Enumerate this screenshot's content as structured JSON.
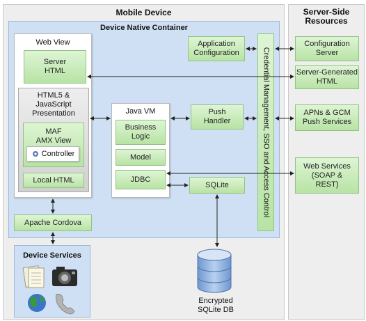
{
  "mobile_device": {
    "title": "Mobile Device"
  },
  "server_side": {
    "title": "Server-Side\nResources"
  },
  "native_container": {
    "title": "Device Native Container"
  },
  "web_view": {
    "title": "Web View",
    "server_html": "Server\nHTML",
    "html5_presentation": "HTML5 &\nJavaScript\nPresentation",
    "maf_amx_view": "MAF\nAMX View",
    "controller": "Controller",
    "local_html": "Local HTML"
  },
  "java_vm": {
    "title": "Java VM",
    "business_logic": "Business\nLogic",
    "model": "Model",
    "jdbc": "JDBC"
  },
  "application_configuration": "Application\nConfiguration",
  "push_handler": "Push\nHandler",
  "sqlite": "SQLite",
  "credential_bar": "Credential Management, SSO and Access Control",
  "apache_cordova": "Apache Cordova",
  "device_services": {
    "title": "Device Services"
  },
  "encrypted_db": "Encrypted\nSQLite DB",
  "server_resources": {
    "configuration_server": "Configuration\nServer",
    "server_generated_html": "Server-Generated\nHTML",
    "apns_gcm": "APNs & GCM\nPush Services",
    "web_services": "Web Services\n(SOAP &\nREST)"
  }
}
